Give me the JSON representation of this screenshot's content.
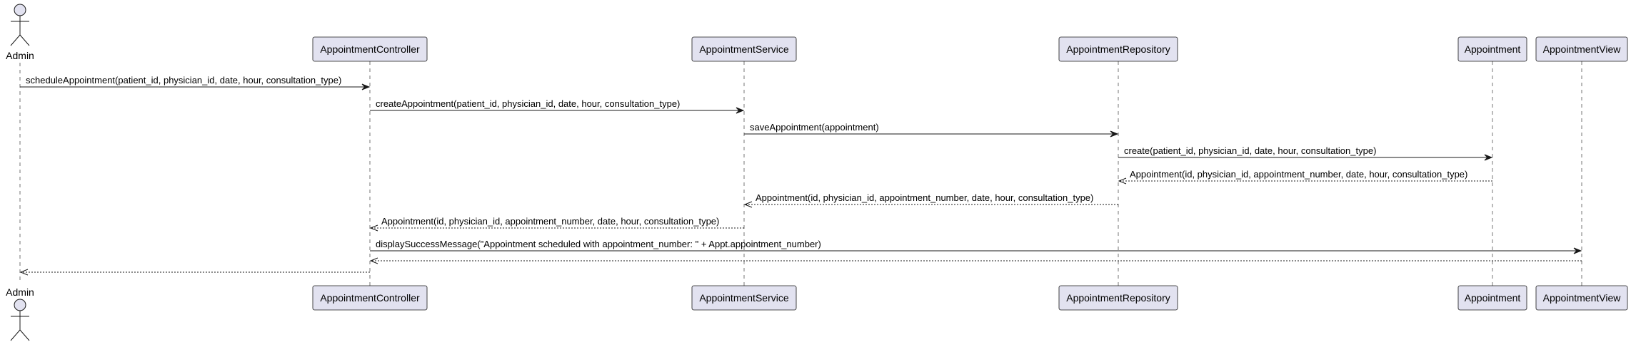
{
  "participants": [
    {
      "id": "admin",
      "name": "Admin",
      "kind": "actor"
    },
    {
      "id": "controller",
      "name": "AppointmentController",
      "kind": "participant"
    },
    {
      "id": "service",
      "name": "AppointmentService",
      "kind": "participant"
    },
    {
      "id": "repository",
      "name": "AppointmentRepository",
      "kind": "participant"
    },
    {
      "id": "appointment",
      "name": "Appointment",
      "kind": "participant"
    },
    {
      "id": "view",
      "name": "AppointmentView",
      "kind": "participant"
    }
  ],
  "messages": [
    {
      "from": "admin",
      "to": "controller",
      "label": "scheduleAppointment(patient_id, physician_id, date, hour, consultation_type)",
      "style": "sync"
    },
    {
      "from": "controller",
      "to": "service",
      "label": "createAppointment(patient_id, physician_id, date, hour, consultation_type)",
      "style": "sync"
    },
    {
      "from": "service",
      "to": "repository",
      "label": "saveAppointment(appointment)",
      "style": "sync"
    },
    {
      "from": "repository",
      "to": "appointment",
      "label": "create(patient_id, physician_id, date, hour, consultation_type)",
      "style": "sync"
    },
    {
      "from": "appointment",
      "to": "repository",
      "label": "Appointment(id, physician_id, appointment_number, date, hour, consultation_type)",
      "style": "return"
    },
    {
      "from": "repository",
      "to": "service",
      "label": "Appointment(id, physician_id, appointment_number, date, hour, consultation_type)",
      "style": "return"
    },
    {
      "from": "service",
      "to": "controller",
      "label": "Appointment(id, physician_id, appointment_number, date, hour, consultation_type)",
      "style": "return"
    },
    {
      "from": "controller",
      "to": "view",
      "label": "displaySuccessMessage(\"Appointment scheduled with appointment_number: \" + Appt.appointment_number)",
      "style": "sync"
    },
    {
      "from": "view",
      "to": "controller",
      "label": "",
      "style": "return"
    },
    {
      "from": "controller",
      "to": "admin",
      "label": "",
      "style": "return"
    }
  ]
}
